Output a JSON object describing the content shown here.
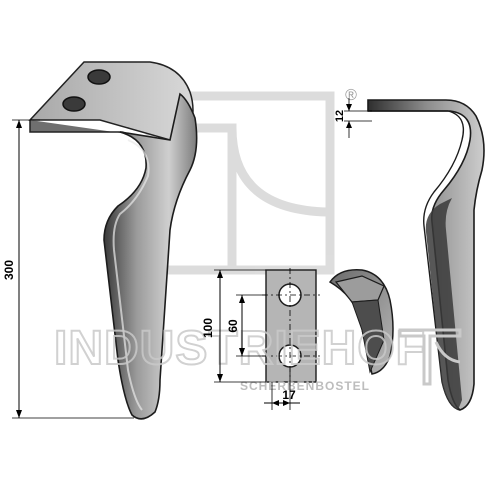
{
  "colors": {
    "background": "#ffffff",
    "metal_dark": "#4a4a4a",
    "metal_mid": "#8a8a8a",
    "metal_light": "#c4c4c4",
    "outline": "#1a1a1a",
    "watermark": "#d6d6d6",
    "dimension": "#000000"
  },
  "dimensions": {
    "height": "300",
    "thickness": "12",
    "hole_outer_spacing": "100",
    "hole_spacing": "60",
    "hole_offset": "17"
  },
  "watermark": {
    "main": "INDUSTRIEHOF",
    "sub": "SCHERBENBOSTEL",
    "registered": "®"
  }
}
